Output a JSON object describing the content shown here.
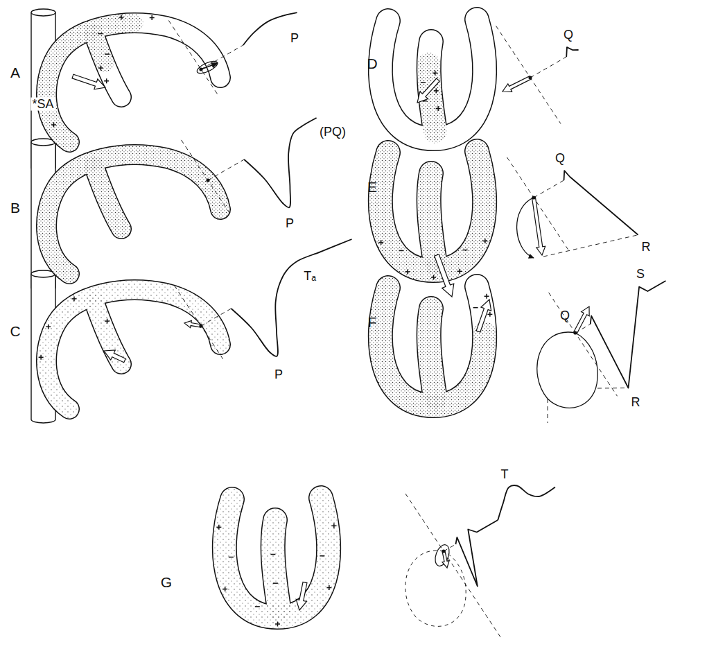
{
  "diagram": {
    "labels": [
      "A",
      "*SA",
      "P",
      "B",
      "(PQ)",
      "P",
      "C",
      "Tₐ",
      "P",
      "D",
      "Q",
      "E",
      "Q",
      "R",
      "F",
      "S",
      "Q",
      "R",
      "G",
      "T"
    ]
  }
}
